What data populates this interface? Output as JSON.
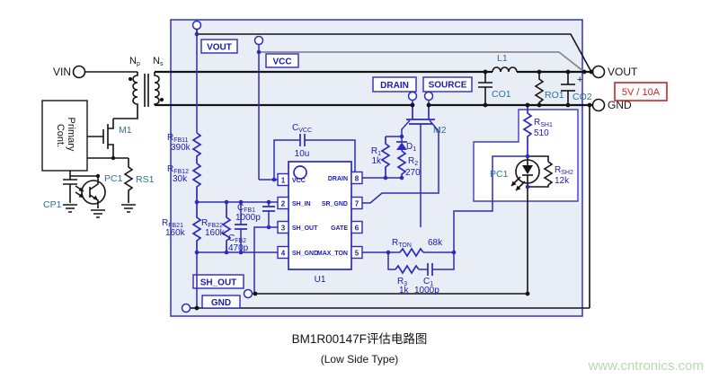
{
  "title": "BM1R00147F评估电路图",
  "subtitle": "(Low Side Type)",
  "watermark": "www.cntronics.com",
  "colors": {
    "board_fill": "#e9edf6",
    "board_border": "#3c3cd0",
    "wire_black": "#141414",
    "wire_blue": "#2b2bbe",
    "label_blue": "#1b1bb0",
    "label_teal": "#2e7195",
    "rating_red": "#d22222",
    "watermark_green": "#b7dbae"
  },
  "terminals": {
    "vin": "VIN",
    "vout": "VOUT",
    "gnd": "GND",
    "rating": "5V / 10A"
  },
  "net_labels": {
    "vout": "VOUT",
    "vcc": "VCC",
    "drain": "DRAIN",
    "source": "SOURCE",
    "sh_out": "SH_OUT",
    "gnd": "GND"
  },
  "primary": {
    "controller_line1": "Primary",
    "controller_line2": "Cont.",
    "np": {
      "name": "N",
      "sub": "p"
    },
    "ns": {
      "name": "N",
      "sub": "s"
    },
    "m1": "M1",
    "pc1": "PC1",
    "rs1": "RS1",
    "cp1": "CP1"
  },
  "ic": {
    "ref": "U1",
    "pins": [
      {
        "num": "1",
        "name": "VCC"
      },
      {
        "num": "2",
        "name": "SH_IN"
      },
      {
        "num": "3",
        "name": "SH_OUT"
      },
      {
        "num": "4",
        "name": "SH_GND"
      },
      {
        "num": "5",
        "name": "MAX_TON"
      },
      {
        "num": "6",
        "name": "GATE"
      },
      {
        "num": "7",
        "name": "SR_GND"
      },
      {
        "num": "8",
        "name": "DRAIN"
      }
    ]
  },
  "components": {
    "rfb11": {
      "name": "R",
      "sub": "FB11",
      "value": "390k"
    },
    "rfb12": {
      "name": "R",
      "sub": "FB12",
      "value": "30k"
    },
    "rfb21": {
      "name": "R",
      "sub": "FB21",
      "value": "160k"
    },
    "rfb22": {
      "name": "R",
      "sub": "FB22",
      "value": "160k"
    },
    "cfb1": {
      "name": "C",
      "sub": "FB1",
      "value": "1000p"
    },
    "cfb2": {
      "name": "C",
      "sub": "FB2",
      "value": "470p"
    },
    "cvcc": {
      "name": "C",
      "sub": "VCC",
      "value": "10u"
    },
    "r1": {
      "name": "R",
      "sub": "1",
      "value": "1k"
    },
    "r2": {
      "name": "R",
      "sub": "2",
      "value": "270"
    },
    "d1": {
      "name": "D",
      "sub": "1"
    },
    "rton": {
      "name": "R",
      "sub": "TON",
      "value": "68k"
    },
    "r3": {
      "name": "R",
      "sub": "3",
      "value": "1k"
    },
    "c1": {
      "name": "C",
      "sub": "1",
      "value": "1000p"
    },
    "rsh1": {
      "name": "R",
      "sub": "SH1",
      "value": "510"
    },
    "rsh2": {
      "name": "R",
      "sub": "SH2",
      "value": "12k"
    },
    "l1": "L1",
    "co1": "CO1",
    "ro1": "RO1",
    "co2": "CO2",
    "co2_polarity": "+",
    "m2": "M2",
    "pc1_led": "PC1"
  }
}
